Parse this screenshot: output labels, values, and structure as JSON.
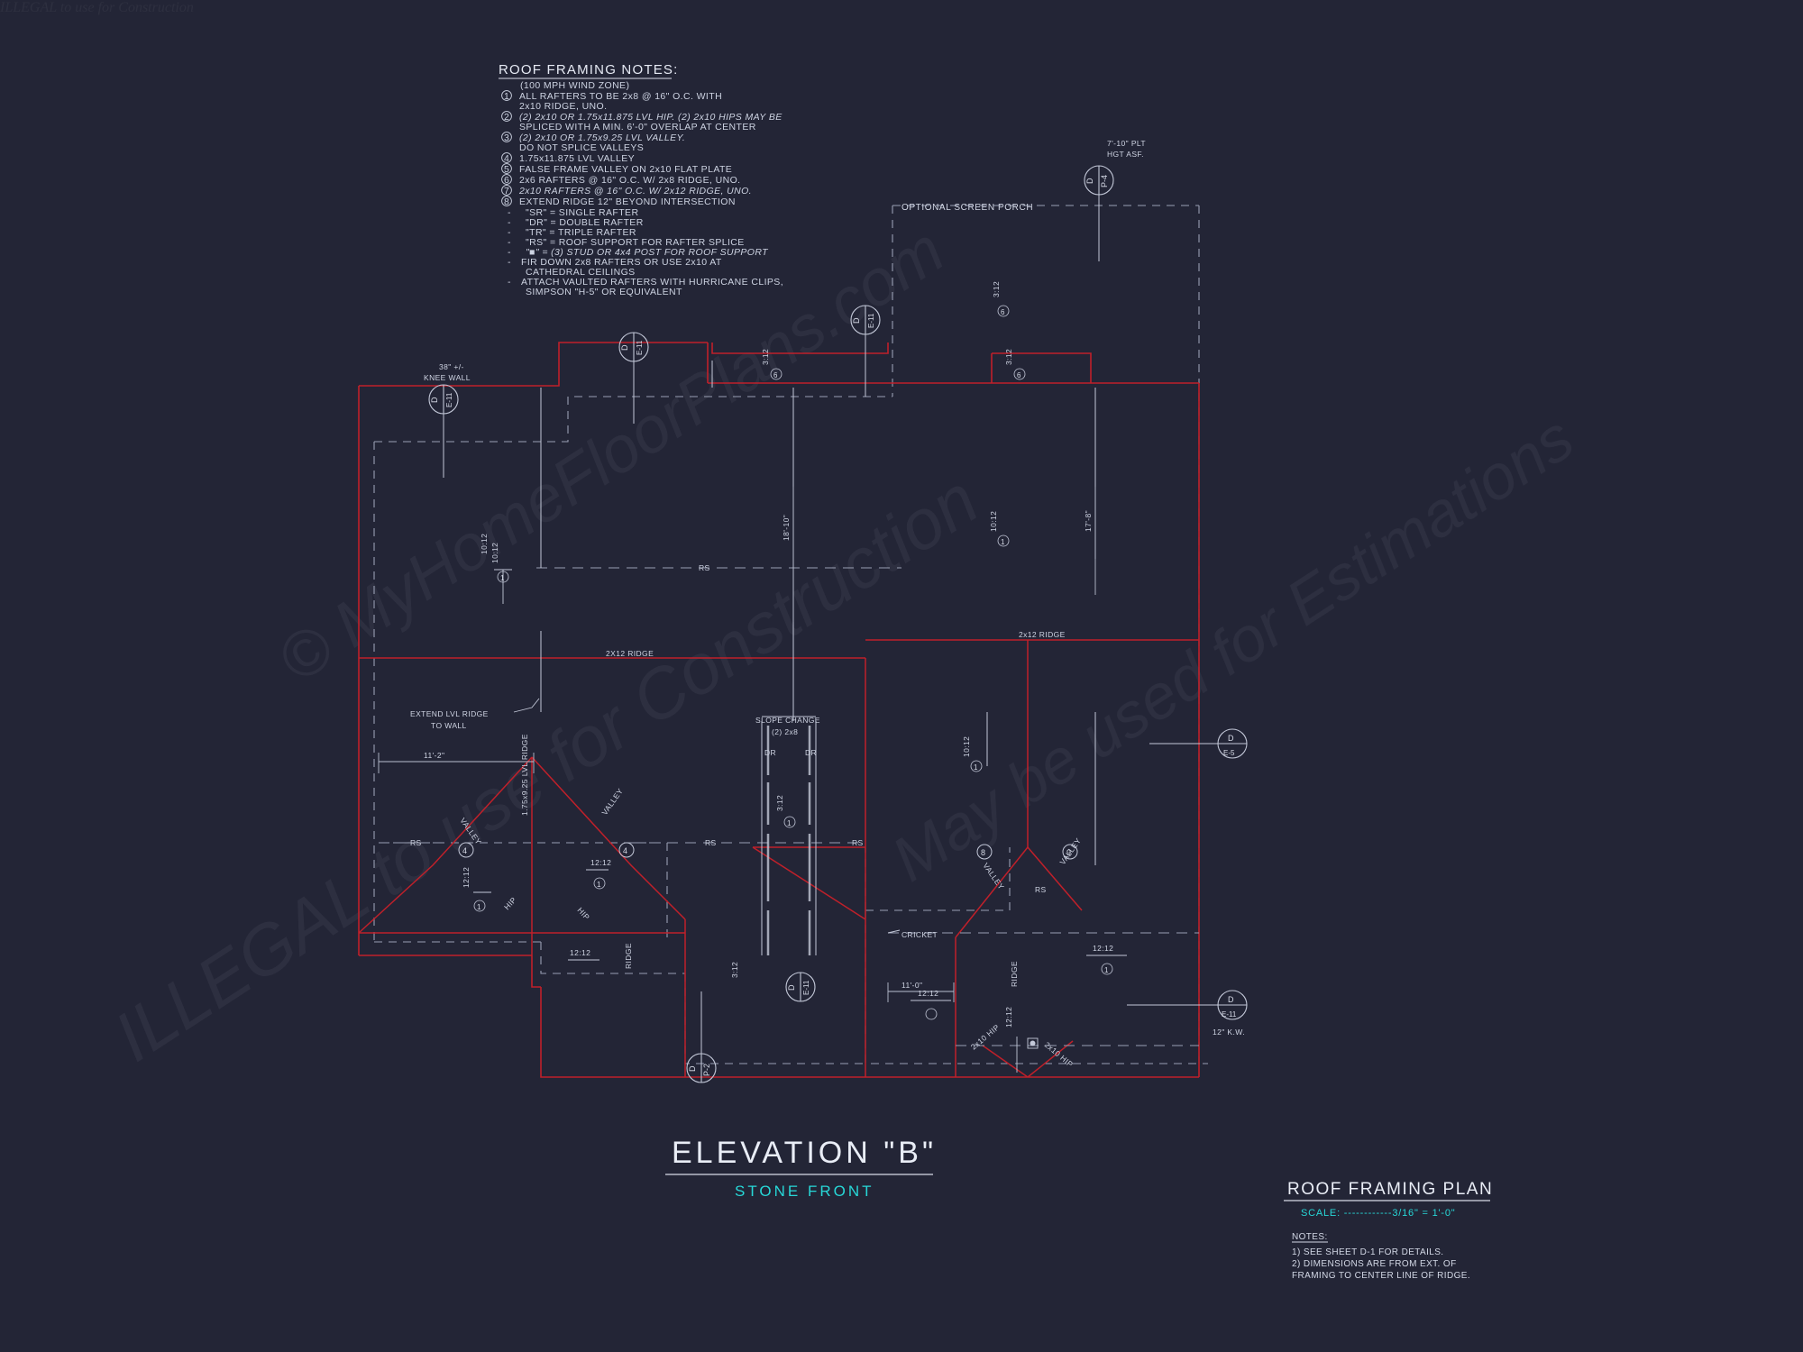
{
  "sheet": {
    "background": "#232536",
    "line_color": "#d8dce8",
    "roof_edge_color": "#c0202a",
    "accent_color": "#27d7d7"
  },
  "notes_block": {
    "title": "ROOF FRAMING NOTES:",
    "subtitle": "(100 MPH WIND ZONE)",
    "items": [
      {
        "num": "1",
        "line1": "ALL RAFTERS TO BE 2x8 @ 16\" O.C. WITH",
        "line2": "2x10 RIDGE, UNO."
      },
      {
        "num": "2",
        "line1": "(2) 2x10 OR 1.75x11.875 LVL HIP. (2) 2x10 HIPS MAY BE",
        "line2": "SPLICED WITH A MIN. 6'-0\" OVERLAP AT CENTER"
      },
      {
        "num": "3",
        "line1": "(2) 2x10 OR 1.75x9.25 LVL VALLEY.",
        "line2": "DO NOT SPLICE VALLEYS"
      },
      {
        "num": "4",
        "line1": "1.75x11.875 LVL VALLEY",
        "line2": ""
      },
      {
        "num": "5",
        "line1": "FALSE FRAME VALLEY ON 2x10 FLAT PLATE",
        "line2": ""
      },
      {
        "num": "6",
        "line1": "2x6 RAFTERS @ 16\" O.C. W/ 2x8 RIDGE, UNO.",
        "line2": ""
      },
      {
        "num": "7",
        "line1": "2x10 RAFTERS @ 16\" O.C. W/ 2x12 RIDGE, UNO.",
        "line2": ""
      },
      {
        "num": "8",
        "line1": "EXTEND RIDGE 12\" BEYOND INTERSECTION",
        "line2": ""
      }
    ],
    "bullets": [
      {
        "line1": "\"SR\" = SINGLE RAFTER",
        "line2": ""
      },
      {
        "line1": "\"DR\" = DOUBLE RAFTER",
        "line2": ""
      },
      {
        "line1": "\"TR\" = TRIPLE RAFTER",
        "line2": ""
      },
      {
        "line1": "\"RS\" = ROOF SUPPORT FOR RAFTER SPLICE",
        "line2": ""
      },
      {
        "line1": "\"■\"  = (3) STUD OR 4x4 POST FOR ROOF SUPPORT",
        "line2": ""
      },
      {
        "line1": "FIR DOWN 2x8 RAFTERS OR USE 2x10 AT",
        "line2": "CATHEDRAL CEILINGS"
      },
      {
        "line1": "ATTACH VAULTED RAFTERS WITH HURRICANE CLIPS,",
        "line2": "SIMPSON \"H-5\" OR EQUIVALENT"
      }
    ]
  },
  "plan_labels": {
    "optional_screen_porch": "OPTIONAL SCREEN PORCH",
    "plate_height": {
      "line1": "7'-10\" PLT",
      "line2": "HGT ASF."
    },
    "knee_wall": {
      "line1": "38\" +/-",
      "line2": "KNEE WALL"
    },
    "extend_lvl_ridge": {
      "line1": "EXTEND LVL RIDGE",
      "line2": "TO WALL"
    },
    "slope_change": {
      "line1": "SLOPE CHANGE",
      "line2": "(2) 2x8"
    },
    "cricket": "CRICKET",
    "kw_note": "12\" K.W.",
    "ridge_2x12_left": "2X12 RIDGE",
    "ridge_2x12_right": "2x12 RIDGE",
    "lvl_ridge_vertical": "1.75x9.25 LVL RIDGE",
    "ridge_vertical": "RIDGE",
    "ridge_vertical_2": "RIDGE",
    "valley_left": "VALLEY",
    "valley_mid": "VALLEY",
    "valley_r1": "VALLEY",
    "valley_r2": "VALLEY",
    "hip_left": "HIP",
    "hip_left2": "HIP",
    "hip_b1": "2x10 HIP",
    "hip_b2": "2x10 HIP",
    "dr_left": "DR",
    "dr_right": "DR",
    "rs_tags": [
      "RS",
      "RS",
      "RS",
      "RS",
      "RS"
    ]
  },
  "dimensions": {
    "d_11_2": "11'-2\"",
    "d_11_0": "11'-0\"",
    "d_18_10": "18'-10\"",
    "d_17_8": "17'-8\""
  },
  "slopes": [
    {
      "id": "s1",
      "text": "10:12",
      "note": "1"
    },
    {
      "id": "s2",
      "text": "3:12",
      "note": "6"
    },
    {
      "id": "s3",
      "text": "3:12",
      "note": "6"
    },
    {
      "id": "s4",
      "text": "3:12",
      "note": "6"
    },
    {
      "id": "s5",
      "text": "10:12",
      "note": "1"
    },
    {
      "id": "s6",
      "text": "10:12",
      "note": "1"
    },
    {
      "id": "s7",
      "text": "10:12",
      "note": "1"
    },
    {
      "id": "s8",
      "text": "12:12",
      "note": "1"
    },
    {
      "id": "s9",
      "text": "12:12",
      "note": "1"
    },
    {
      "id": "s10",
      "text": "12:12",
      "note": "1"
    },
    {
      "id": "s11",
      "text": "12:12",
      "note": "1"
    },
    {
      "id": "s12",
      "text": "12:12",
      "note": ""
    },
    {
      "id": "s13",
      "text": "3:12",
      "note": "1"
    },
    {
      "id": "s14",
      "text": "3:12",
      "note": "6"
    },
    {
      "id": "s15",
      "text": "12:12",
      "note": ""
    },
    {
      "id": "s16",
      "text": "12:12",
      "note": "1"
    }
  ],
  "detail_bubbles": [
    {
      "id": "b1",
      "top": "D",
      "bottom": "P-4"
    },
    {
      "id": "b2",
      "top": "D",
      "bottom": "E-11"
    },
    {
      "id": "b3",
      "top": "D",
      "bottom": "E-11"
    },
    {
      "id": "b4",
      "top": "D",
      "bottom": "E-11"
    },
    {
      "id": "b5",
      "top": "D",
      "bottom": "E-5"
    },
    {
      "id": "b6",
      "top": "D",
      "bottom": "E-11"
    },
    {
      "id": "b7",
      "top": "D",
      "bottom": "E-11"
    },
    {
      "id": "b8",
      "top": "D",
      "bottom": "P-2"
    }
  ],
  "circle_notes": [
    "4",
    "4",
    "8",
    "9",
    "6",
    "1"
  ],
  "title_block": {
    "elevation_title": "ELEVATION \"B\"",
    "elevation_sub": "STONE FRONT",
    "plan_title": "ROOF FRAMING PLAN",
    "scale": "SCALE: ------------3/16\" = 1'-0\"",
    "notes_label": "NOTES:",
    "notes": [
      "1)  SEE SHEET D-1 FOR DETAILS.",
      "2)  DIMENSIONS ARE FROM EXT. OF",
      "     FRAMING TO CENTER LINE OF RIDGE."
    ]
  },
  "watermarks": {
    "line1": "© MyHomeFloorPlans.com",
    "line2": "ILLEGAL to use for Construction",
    "line3": "May be used for Estimations"
  }
}
